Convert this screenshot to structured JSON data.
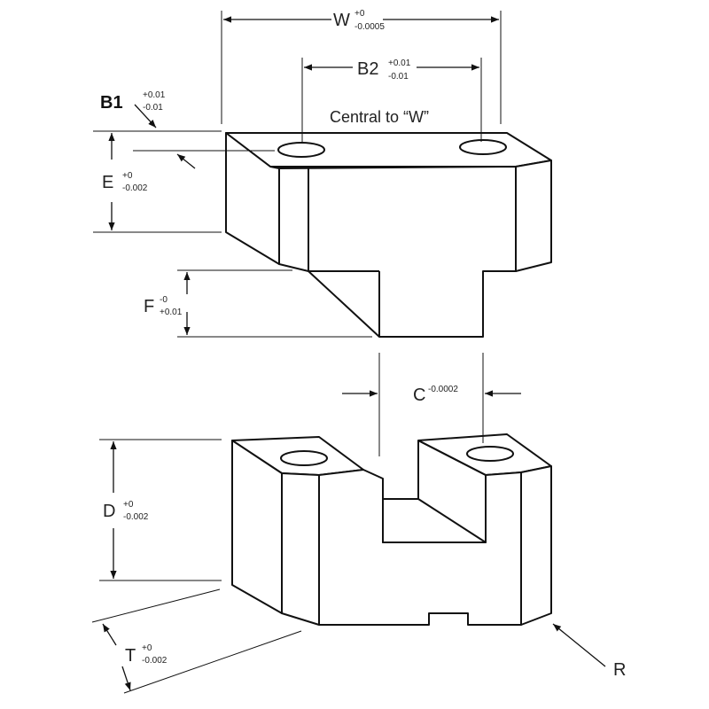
{
  "dimensions": {
    "w": {
      "symbol": "W",
      "upper": "+0",
      "lower": "-0.0005"
    },
    "b2": {
      "symbol": "B2",
      "upper": "+0.01",
      "lower": "-0.01"
    },
    "b1": {
      "symbol": "B1",
      "upper": "+0.01",
      "lower": "-0.01"
    },
    "e": {
      "symbol": "E",
      "upper": "+0",
      "lower": "-0.002"
    },
    "f": {
      "symbol": "F",
      "upper": "-0",
      "lower": "+0.01"
    },
    "c": {
      "symbol": "C",
      "tolerance": "-0.0002"
    },
    "d": {
      "symbol": "D",
      "upper": "+0",
      "lower": "-0.002"
    },
    "t": {
      "symbol": "T",
      "upper": "+0",
      "lower": "-0.002"
    },
    "r": {
      "symbol": "R"
    }
  },
  "notes": {
    "central": "Central to “W”"
  }
}
